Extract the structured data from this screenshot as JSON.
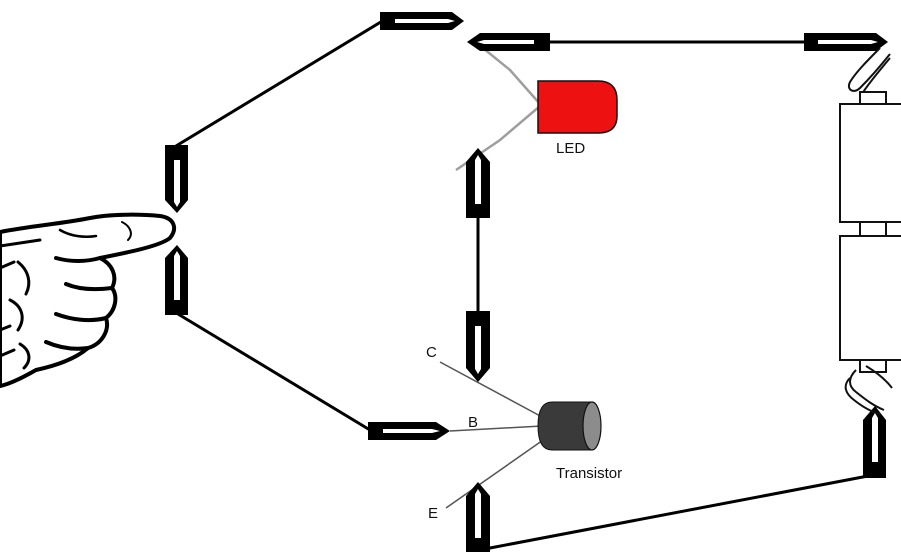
{
  "labels": {
    "led": "LED",
    "transistor": "Transistor",
    "collector": "C",
    "base": "B",
    "emitter": "E"
  },
  "colors": {
    "wire": "#000000",
    "led_lead": "#9e9e9e",
    "transistor_lead": "#555555",
    "led_body": "#ee1111",
    "transistor_body": "#3a3a3a",
    "transistor_face": "#8c8c8c",
    "clip": "#000000",
    "battery": "#ffffff"
  },
  "icons": {
    "hand": "pointing-hand-icon"
  }
}
